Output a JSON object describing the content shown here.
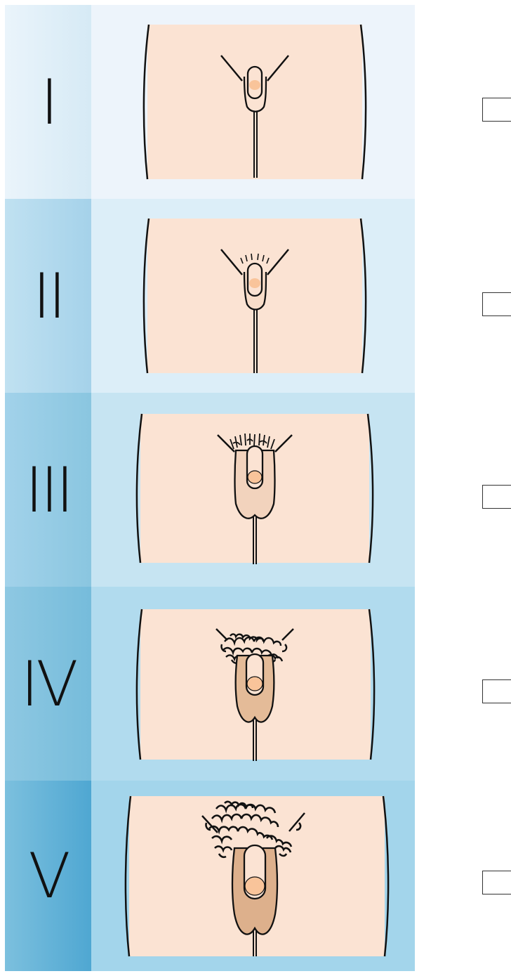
{
  "stages": [
    {
      "label": "I",
      "checked": false
    },
    {
      "label": "II",
      "checked": false
    },
    {
      "label": "III",
      "checked": false
    },
    {
      "label": "IV",
      "checked": false
    },
    {
      "label": "V",
      "checked": false
    }
  ],
  "colors": {
    "skin": "#fbe3d3",
    "scrotum": [
      "#fbe3d3",
      "#f4d8c2",
      "#ecc7a5",
      "#e3b892",
      "#dcb08a"
    ],
    "glans": "#f9c49a",
    "band": [
      "#dcedf7",
      "#a9d3e8",
      "#8ac6e0",
      "#7bbfdc",
      "#5aaed6"
    ],
    "panel": [
      "#edf4fb",
      "#d9ebf6",
      "#bfe0f0",
      "#a8d6ea",
      "#9bcfe6"
    ]
  }
}
